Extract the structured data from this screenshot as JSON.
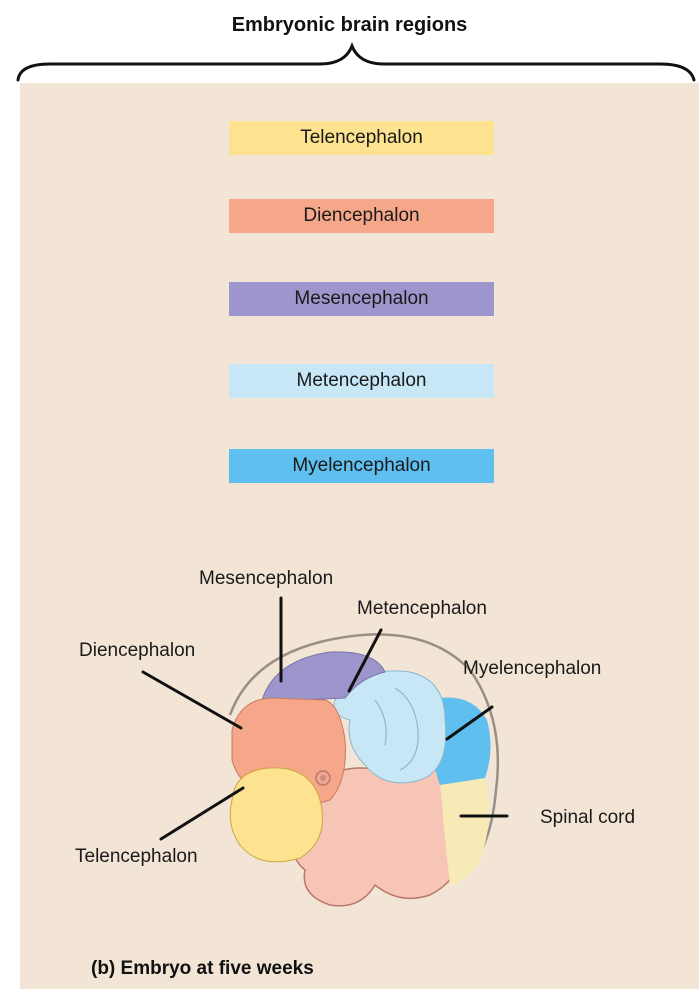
{
  "header": {
    "title": "Embryonic brain regions"
  },
  "legend": {
    "items": [
      {
        "key": "telencephalon",
        "label": "Telencephalon",
        "color": "#fde38f"
      },
      {
        "key": "diencephalon",
        "label": "Diencephalon",
        "color": "#f7a789"
      },
      {
        "key": "mesencephalon",
        "label": "Mesencephalon",
        "color": "#9c96cc"
      },
      {
        "key": "metencephalon",
        "label": "Metencephalon",
        "color": "#c7e7f6"
      },
      {
        "key": "myelencephalon",
        "label": "Myelencephalon",
        "color": "#5fbfee"
      }
    ]
  },
  "diagram": {
    "labels": {
      "mesencephalon": "Mesencephalon",
      "metencephalon": "Metencephalon",
      "diencephalon": "Diencephalon",
      "myelencephalon": "Myelencephalon",
      "spinal_cord": "Spinal cord",
      "telencephalon": "Telencephalon"
    }
  },
  "caption": "(b) Embryo at five weeks",
  "colors": {
    "panel_background": "#f2e5d6",
    "embryo_body": "#f6c5b6",
    "spinal_cord": "#f7eab6",
    "outline": "#9a8f86"
  }
}
